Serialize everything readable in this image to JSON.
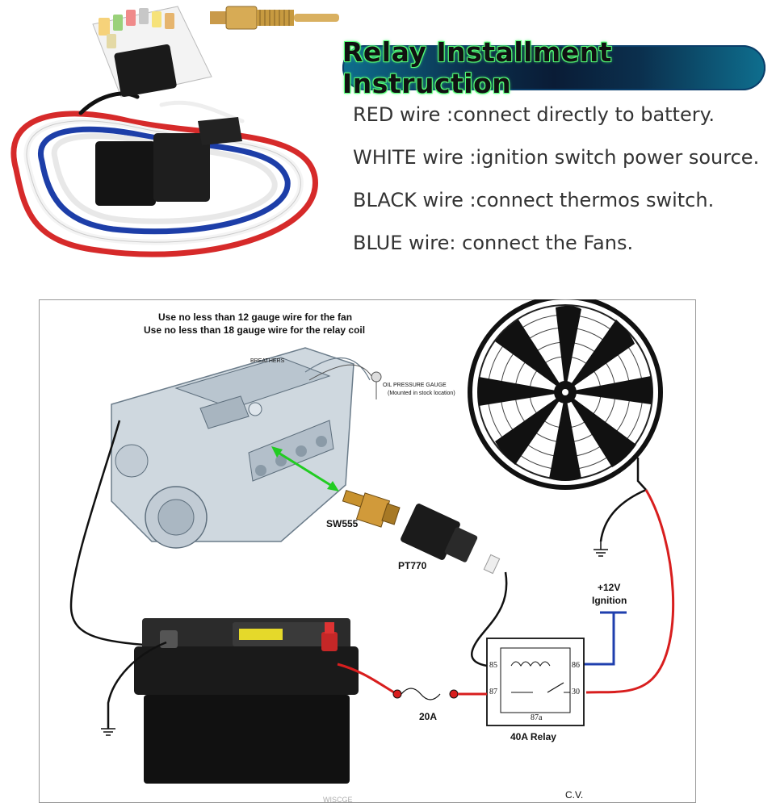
{
  "title": "Relay Installment Instruction",
  "instructions": [
    "RED wire :connect directly to battery.",
    "WHITE wire :ignition switch power source.",
    "BLACK wire :connect thermos switch.",
    "BLUE wire: connect the Fans."
  ],
  "diagram": {
    "notes": [
      "Use no less than 12 gauge wire for the fan",
      "Use no less than 18 gauge wire for the relay coil"
    ],
    "engine_labels": {
      "breathers": "BREATHERS",
      "oil_gauge": "OIL PRESSURE GAUGE",
      "oil_gauge_sub": "(Mounted in stock location)"
    },
    "switch_label": "SW555",
    "connector_label": "PT770",
    "ignition_label": "+12V",
    "ignition_label_2": "Ignition",
    "fuse_label": "20A",
    "relay_label": "40A Relay",
    "relay_pins": {
      "p85": "85",
      "p86": "86",
      "p87": "87",
      "p30": "30",
      "p87a": "87a"
    },
    "signature": "C.V.",
    "watermark": "WISCGE"
  },
  "colors": {
    "red_wire": "#d81e1e",
    "blue_wire": "#1f3fae",
    "black_wire": "#111111",
    "pointer_arrow": "#22cc22",
    "title_glow": "#55ff77",
    "title_bg": "#0a1c36"
  }
}
